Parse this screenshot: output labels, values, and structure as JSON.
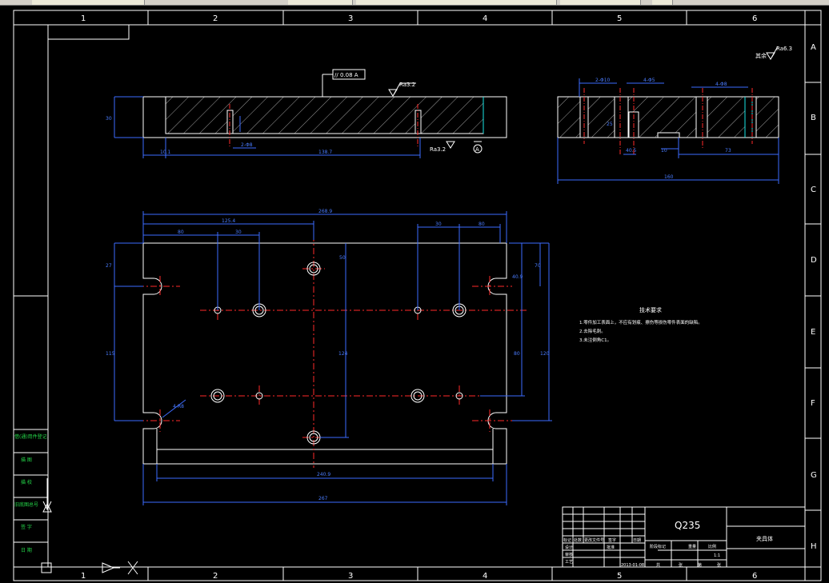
{
  "grid": {
    "cols": [
      "1",
      "2",
      "3",
      "4",
      "5",
      "6"
    ],
    "rows": [
      "A",
      "B",
      "C",
      "D",
      "E",
      "F",
      "G",
      "H"
    ]
  },
  "top_view": {
    "parallel_tol": "// 0.08 A",
    "roughness_top": "Ra3.2",
    "roughness_bottom": "Ra3.2",
    "datum": "A",
    "height_dim": "30",
    "dim_left": "10.1",
    "dim_mid": "138.7",
    "pin_dim": "2-Φ8"
  },
  "side_view": {
    "dims_top": [
      "2-Φ10",
      "4-Φ5",
      "4-Φ8"
    ],
    "dim_a": "40.5",
    "dim_b": "10",
    "dim_c": "73",
    "width": "160",
    "depth": "25"
  },
  "plan_view": {
    "overall_top": "268.9",
    "dim_1254": "125.4",
    "dim_left_a": "80",
    "dim_left_b": "30",
    "dim_right_a": "30",
    "dim_right_b": "80",
    "dim_upper": "50",
    "dim_r_a": "40.9",
    "dim_r_b": "70",
    "dim_left_h": "115",
    "dim_left_h2": "27",
    "dim_center": "124",
    "dim_right_h": "80",
    "dim_right_h2": "120",
    "slot_label": "4-R8",
    "bottom_a": "240.9",
    "bottom_b": "267"
  },
  "roughness_corner": "其余",
  "roughness_corner_val": "Ra6.3",
  "tech_req": {
    "title": "技术要求",
    "items": [
      "1.零件加工表面上，不应有划痕、擦伤等损伤零件表面的缺陷。",
      "2.去除毛刺。",
      "3.未注倒角C1。"
    ]
  },
  "left_stamp": [
    "借(通)用件登记",
    "描 图",
    "描 校",
    "旧底图总号",
    "签 字",
    "日 期"
  ],
  "title_block": {
    "material": "Q235",
    "part_name": "夹具体",
    "scale": "1:1",
    "date": "2013-01-08",
    "row_labels": [
      "标记",
      "处数",
      "更改文件号",
      "签字",
      "日期"
    ],
    "roles": [
      "设计",
      "审核",
      "工艺",
      "批准"
    ],
    "cells": [
      "阶段标记",
      "重量",
      "比例",
      "共",
      "张",
      "第",
      "张"
    ]
  },
  "colors": {
    "line": "#ffffff",
    "dim": "#3d6bff",
    "center": "#ff2a2a",
    "hatch": "#c8c8c8",
    "green": "#25d84a",
    "cyan": "#19e6e6"
  }
}
